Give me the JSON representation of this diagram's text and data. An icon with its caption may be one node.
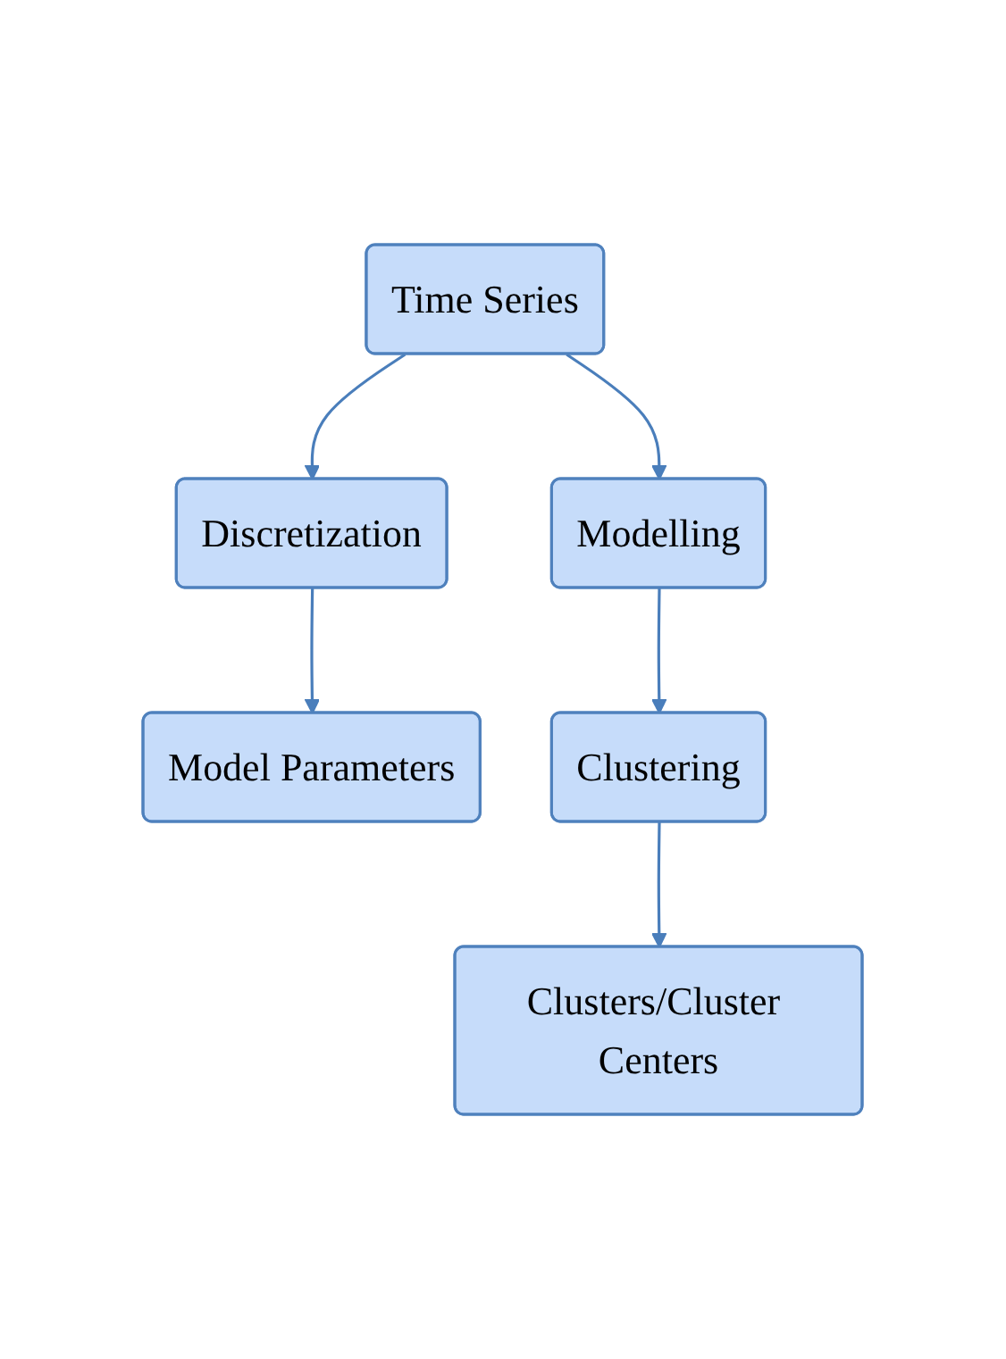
{
  "diagram": {
    "nodes": [
      {
        "text": [
          "Time Series"
        ]
      },
      {
        "text": [
          "Discretization"
        ]
      },
      {
        "text": [
          "Modelling"
        ]
      },
      {
        "text": [
          "Model Parameters"
        ]
      },
      {
        "text": [
          "Clustering"
        ]
      },
      {
        "text": [
          "Clusters/Cluster Centers"
        ]
      }
    ],
    "edges": [
      {
        "from": 0,
        "to": 1,
        "arrow": "to"
      },
      {
        "from": 0,
        "to": 2,
        "arrow": "to"
      },
      {
        "from": 1,
        "to": 3,
        "arrow": "to"
      },
      {
        "from": 2,
        "to": 4,
        "arrow": "to"
      },
      {
        "from": 4,
        "to": 5,
        "arrow": "to"
      }
    ]
  }
}
